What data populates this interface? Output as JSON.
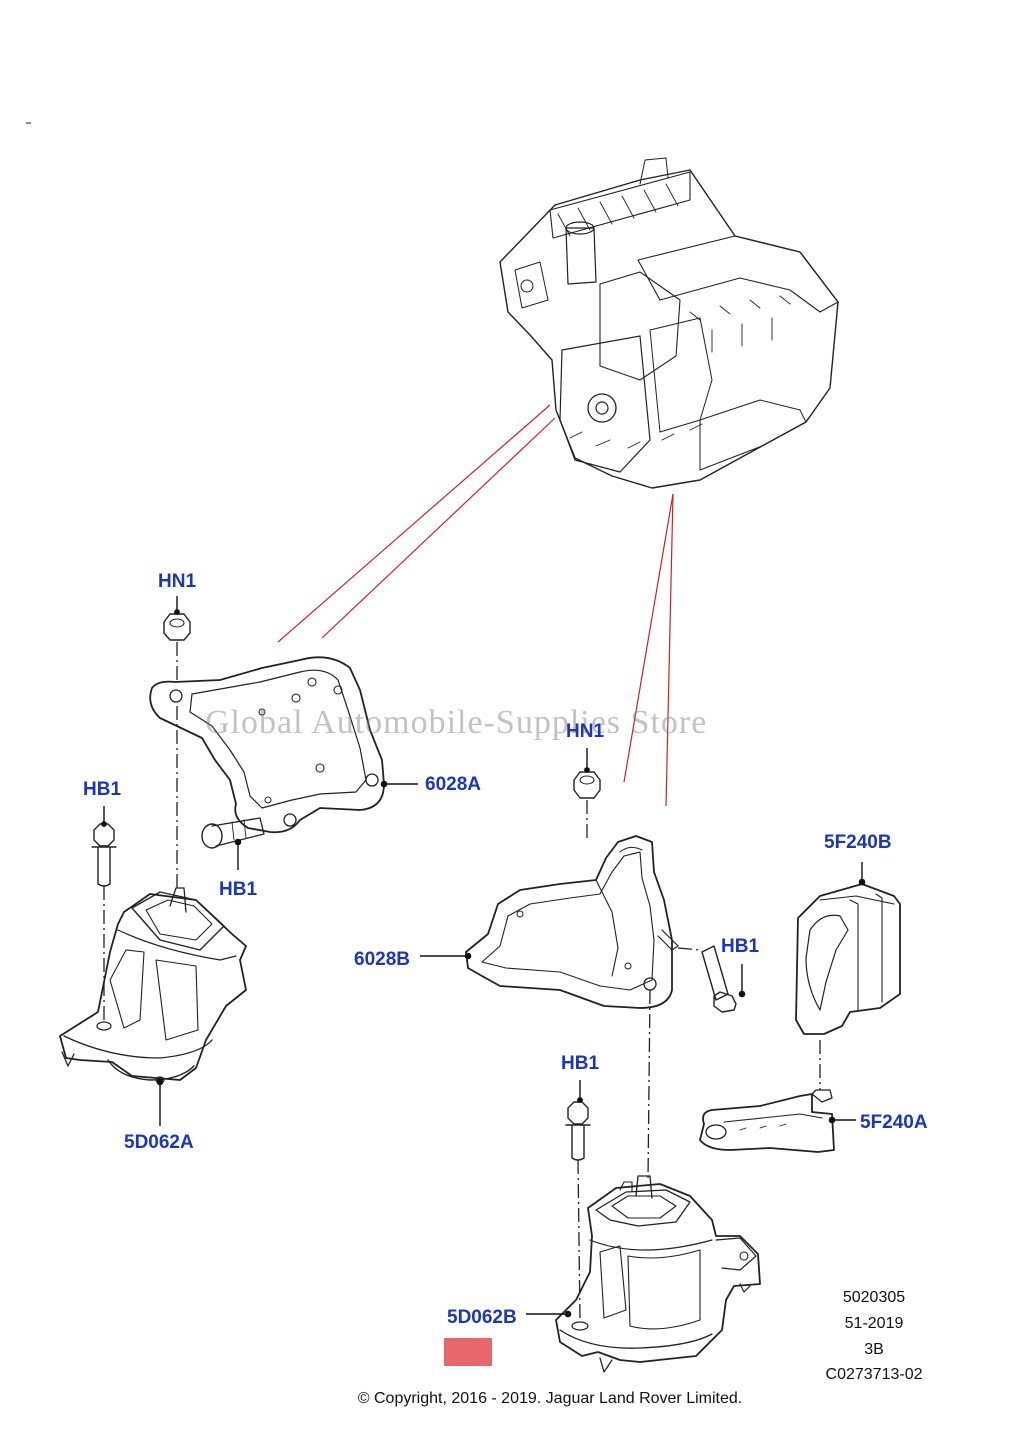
{
  "watermark": "Global Automobile-Supplies Store",
  "callouts": {
    "hn1_left": "HN1",
    "hb1_left_top": "HB1",
    "hb1_left_bracket": "HB1",
    "part_6028a": "6028A",
    "part_5d062a": "5D062A",
    "hn1_right": "HN1",
    "part_6028b": "6028B",
    "hb1_right_bracket": "HB1",
    "part_5f240b": "5F240B",
    "hb1_right_mount": "HB1",
    "part_5f240a": "5F240A",
    "part_5d062b": "5D062B"
  },
  "reference": {
    "line1": "5020305",
    "line2": "51-2019",
    "line3": "3B",
    "line4": "C0273713-02"
  },
  "copyright": "© Copyright, 2016 - 2019. Jaguar Land Rover Limited.",
  "colors": {
    "callout_text": "#1a35c4",
    "leader_red": "#cc2222",
    "marker": "#e8676d"
  }
}
